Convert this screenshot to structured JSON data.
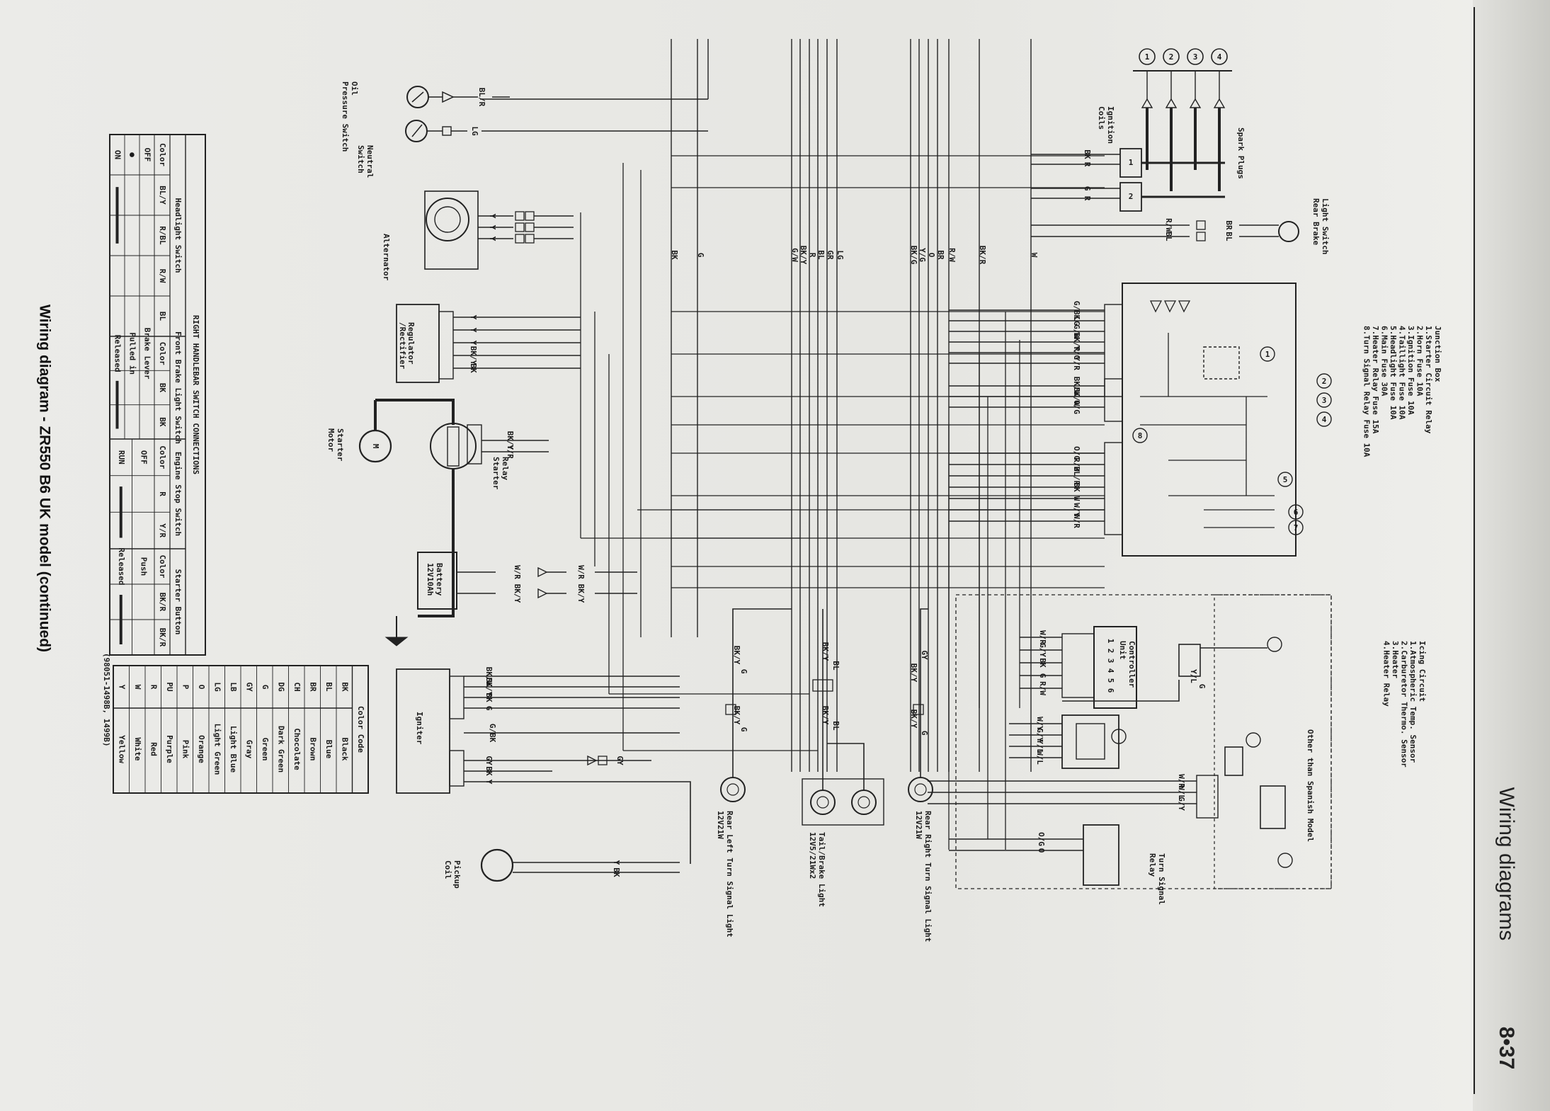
{
  "page": {
    "header": "Wiring diagrams",
    "page_number": "8•37",
    "caption": "Wiring diagram - ZR550 B6 UK model (continued)",
    "part_code": "(98051-1498B, 1499B)"
  },
  "components": {
    "oil_pressure_switch": [
      "Oil",
      "Pressure Switch"
    ],
    "neutral_switch": [
      "Neutral",
      "Switch"
    ],
    "alternator": "Alternator",
    "regulator": [
      "Regulator",
      "/Rectifier"
    ],
    "starter_motor": [
      "Starter",
      "Motor"
    ],
    "starter_relay": [
      "Starter",
      "Relay"
    ],
    "battery": [
      "Battery",
      "12V10Ah"
    ],
    "igniter": "Igniter",
    "pickup_coil": [
      "Pickup",
      "Coil"
    ],
    "ignition_coils": [
      "Ignition",
      "Coils"
    ],
    "spark_plugs": "Spark Plugs",
    "rear_brake_switch": [
      "Rear Brake",
      "Light Switch"
    ],
    "rear_left_turn": [
      "Rear Left Turn Signal Light",
      "12V21W"
    ],
    "tail_brake": [
      "Tail/Brake Light",
      "12V5/21Wx2"
    ],
    "rear_right_turn": [
      "Rear Right Turn Signal Light",
      "12V21W"
    ],
    "turn_signal_relay": [
      "Turn Signal",
      "Relay"
    ],
    "controller_unit": [
      "Controller",
      "Unit"
    ],
    "other_than_spanish": "Other than Spanish Model"
  },
  "junction_box": {
    "title": "Junction Box",
    "items": [
      "1.Starter Circuit Relay",
      "2.Horn Fuse 10A",
      "3.Ignition Fuse 10A",
      "4.Taillight Fuse 10A",
      "5.Headlight Fuse 10A",
      "6.Main Fuse 30A",
      "7.Heater Relay Fuse 15A",
      "8.Turn Signal Relay Fuse 10A"
    ]
  },
  "icing_circuit": {
    "title": "Icing Circuit",
    "items": [
      "1.Atmospheric Temp. Sensor",
      "2.Carburetor Thermo. Sensor",
      "3.Heater",
      "4.Heater Relay"
    ]
  },
  "wire_labels": {
    "oil": "BL/R",
    "neutral": "LG",
    "alt": [
      "Y",
      "Y",
      "Y"
    ],
    "reg": [
      "Y",
      "Y",
      "Y",
      "BK/Y",
      "BK"
    ],
    "starter_relay": [
      "BK/Y",
      "Y/R"
    ],
    "battery": [
      "W/R",
      "W/R",
      "BK/Y",
      "BK/Y"
    ],
    "igniter_top": [
      "BK/W",
      "BK/Y",
      "BK",
      "G"
    ],
    "igniter_mid": "G/BK",
    "igniter_bot": [
      "GY",
      "BK",
      "Y"
    ],
    "igniter_gy": "GY",
    "pickup": [
      "Y",
      "BK"
    ],
    "coils": [
      "BK",
      "R",
      "G",
      "R"
    ],
    "brake_switch": [
      "R/W",
      "BL",
      "BR",
      "BL"
    ],
    "bus": [
      "BK",
      "G",
      "G/W",
      "BK/Y",
      "R",
      "BL",
      "GR",
      "LG",
      "BK/G",
      "Y/G",
      "O",
      "BR",
      "R/W",
      "BK/R",
      "W"
    ],
    "jb_top": [
      "G/BK",
      "LG",
      "G/W",
      "BK/R",
      "Y/G",
      "Y/R"
    ],
    "jb_mid": [
      "BK/W",
      "BK/W",
      "O/G"
    ],
    "jb_bot": [
      "O/G",
      "R/W",
      "BL/R",
      "BK",
      "W",
      "W/Y",
      "W/R"
    ],
    "left_turn": [
      "BK/Y",
      "G",
      "BK/Y",
      "G"
    ],
    "tail": [
      "BK/Y",
      "BL",
      "BK/Y",
      "BL"
    ],
    "right_turn": [
      "GY",
      "BK/Y",
      "BK/Y",
      "G"
    ],
    "turn_relay": [
      "O/G",
      "O"
    ],
    "controller": [
      "W/R",
      "G/Y",
      "BK",
      "G",
      "R/W"
    ],
    "controller_pins": [
      "1",
      "2",
      "3",
      "4",
      "5",
      "6"
    ],
    "heater_relay": [
      "W/Y",
      "G/Y",
      "Y/L",
      "W/L"
    ],
    "sensor": [
      "Y/L",
      "G"
    ],
    "heater_wires": [
      "W/R",
      "W/L",
      "G/Y"
    ]
  },
  "color_code": {
    "title": "Color Code",
    "rows": [
      [
        "BK",
        "Black"
      ],
      [
        "BL",
        "Blue"
      ],
      [
        "BR",
        "Brown"
      ],
      [
        "CH",
        "Chocolate"
      ],
      [
        "DG",
        "Dark Green"
      ],
      [
        "G",
        "Green"
      ],
      [
        "GY",
        "Gray"
      ],
      [
        "LB",
        "Light Blue"
      ],
      [
        "LG",
        "Light Green"
      ],
      [
        "O",
        "Orange"
      ],
      [
        "P",
        "Pink"
      ],
      [
        "PU",
        "Purple"
      ],
      [
        "R",
        "Red"
      ],
      [
        "W",
        "White"
      ],
      [
        "Y",
        "Yellow"
      ]
    ]
  },
  "handlebar": {
    "title": "RIGHT HANDLEBAR SWITCH CONNECTIONS",
    "headlight": {
      "title": "Headlight Switch",
      "cols": [
        "Color",
        "BL/Y",
        "R/BL",
        "R/W",
        "BL"
      ],
      "rows": [
        "OFF",
        "●",
        "ON"
      ]
    },
    "front_brake": {
      "title": "Front Brake Light Switch",
      "cols": [
        "Color",
        "BK",
        "BK"
      ],
      "rows": [
        "Brake Lever",
        "Pulled in",
        "Released"
      ]
    },
    "engine_stop": {
      "title": "Engine Stop Switch",
      "cols": [
        "Color",
        "R",
        "Y/R"
      ],
      "rows": [
        "OFF",
        "RUN"
      ]
    },
    "starter_button": {
      "title": "Starter Button",
      "cols": [
        "Color",
        "BK/R",
        "BK/R"
      ],
      "rows": [
        "Push",
        "Released"
      ]
    }
  },
  "circle_numbers": [
    "1",
    "2",
    "3",
    "4",
    "5",
    "6",
    "7",
    "8"
  ]
}
